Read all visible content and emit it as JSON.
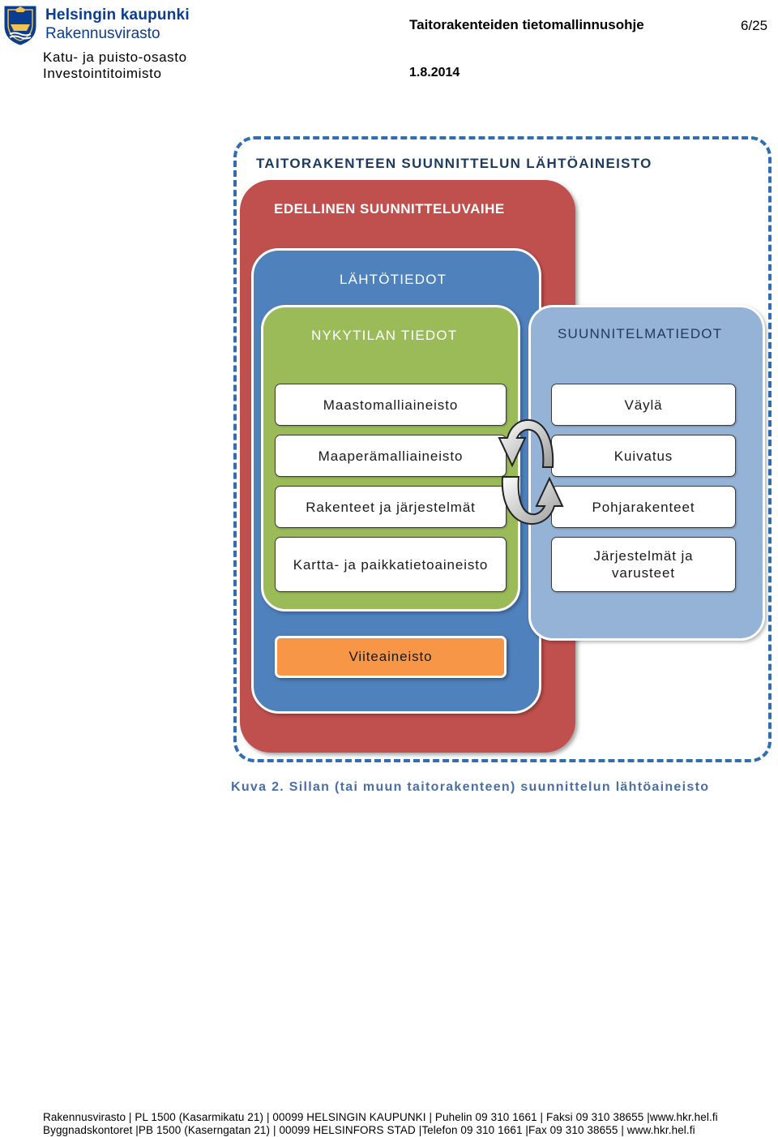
{
  "header": {
    "org_name": "Helsingin kaupunki",
    "org_unit": "Rakennusvirasto",
    "doc_title": "Taitorakenteiden tietomallinnusohje",
    "page": "6/25",
    "department": "Katu- ja puisto-osasto",
    "office": "Investointitoimisto",
    "date": "1.8.2014"
  },
  "diagram": {
    "title": "TAITORAKENTEEN SUUNNITTELUN LÄHTÖAINEISTO",
    "previous_phase": "EDELLINEN SUUNNITTELUVAIHE",
    "source_data": "LÄHTÖTIEDOT",
    "current_state": {
      "label": "NYKYTILAN TIEDOT",
      "items": [
        "Maastomalliaineisto",
        "Maaperämalliaineisto",
        "Rakenteet ja järjestelmät",
        "Kartta- ja paikkatietoaineisto"
      ]
    },
    "design_data": {
      "label": "SUUNNITELMATIEDOT",
      "items": [
        "Väylä",
        "Kuivatus",
        "Pohjarakenteet",
        "Järjestelmät ja varusteet"
      ]
    },
    "reference": "Viiteaineisto",
    "colors": {
      "previous_phase": "#c0504d",
      "source_data": "#4f81bd",
      "current_state": "#9bbb59",
      "design_data": "#95b3d7",
      "reference": "#f79646",
      "frame": "#2f6eb3"
    }
  },
  "caption": "Kuva 2. Sillan (tai muun taitorakenteen) suunnittelun lähtöaineisto",
  "footer": {
    "line1": "Rakennusvirasto | PL 1500 (Kasarmikatu 21) | 00099 HELSINGIN KAUPUNKI | Puhelin 09 310 1661 | Faksi  09 310 38655 |www.hkr.hel.fi",
    "line2": "Byggnadskontoret |PB 1500 (Kaserngatan 21) | 00099 HELSINFORS STAD |Telefon 09 310 1661 |Fax 09 310 38655 | www.hkr.hel.fi"
  }
}
